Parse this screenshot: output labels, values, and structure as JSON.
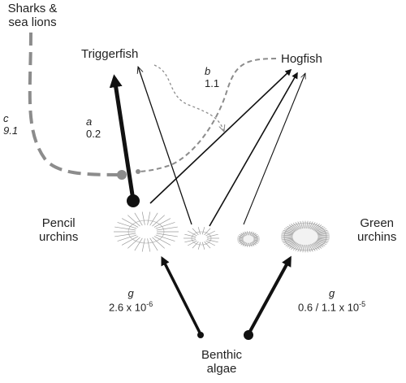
{
  "nodes": {
    "sharks": "Sharks  &\nsea lions",
    "triggerfish": "Triggerfish",
    "hogfish": "Hogfish",
    "pencil_urchins": "Pencil\nurchins",
    "green_urchins": "Green\nurchins",
    "algae": "Benthic\nalgae"
  },
  "coefficients": {
    "a": {
      "letter": "a",
      "value": "0.2"
    },
    "b": {
      "letter": "b",
      "value": "1.1"
    },
    "c": {
      "letter": "c",
      "value": "9.1"
    },
    "g_left": {
      "letter": "g",
      "value": "2.6 x 10",
      "exp": "-6"
    },
    "g_right": {
      "letter": "g",
      "value": "0.6 / 1.1 x 10",
      "exp": "-5"
    }
  },
  "colors": {
    "solid": "#111111",
    "dashed": "#8c8c8c",
    "urchin": "#9a9a9a"
  }
}
